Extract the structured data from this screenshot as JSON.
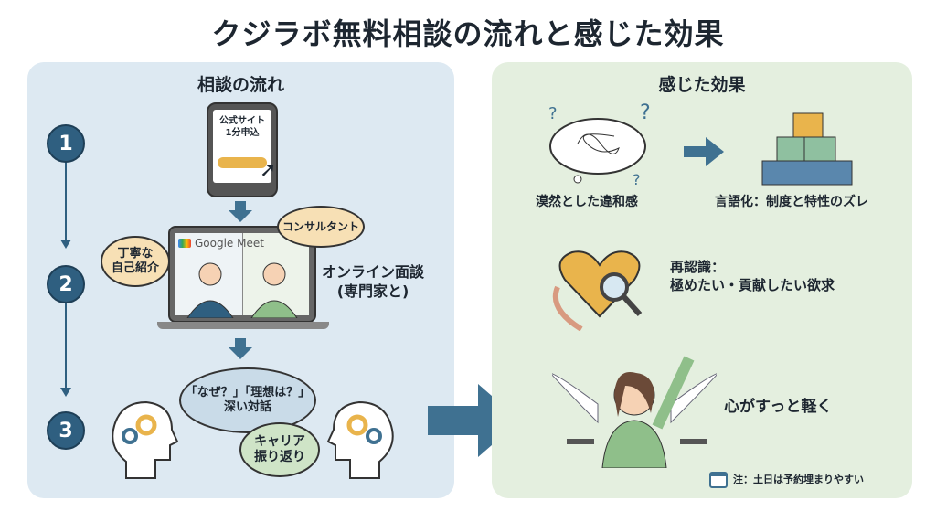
{
  "title": "クジラボ無料相談の流れと感じた効果",
  "left_panel": {
    "heading": "相談の流れ",
    "steps": [
      "1",
      "2",
      "3"
    ],
    "phone_text": "公式サイト\n1分申込",
    "meet_label": "Google Meet",
    "bubble_self_intro": "丁寧な\n自己紹介",
    "bubble_consultant": "コンサルタント",
    "online_label": "オンライン面談\n(専門家と)",
    "bubble_dialogue": "「なぜ？」「理想は？」\n深い対話",
    "bubble_career": "キャリア\n振り返り"
  },
  "right_panel": {
    "heading": "感じた効果",
    "effect_vague": "漠然とした違和感",
    "effect_verbalize": "言語化：制度と特性のズレ",
    "effect_recognize": "再認識：\n極めたい・貢献したい欲求",
    "effect_light": "心がすっと軽く",
    "note": "注：土日は予約埋まりやすい"
  },
  "colors": {
    "step": "#2f5f80",
    "left_bg": "#dde9f2",
    "right_bg": "#e4efdf",
    "accent": "#e9b44c",
    "arrow": "#3f7191"
  }
}
